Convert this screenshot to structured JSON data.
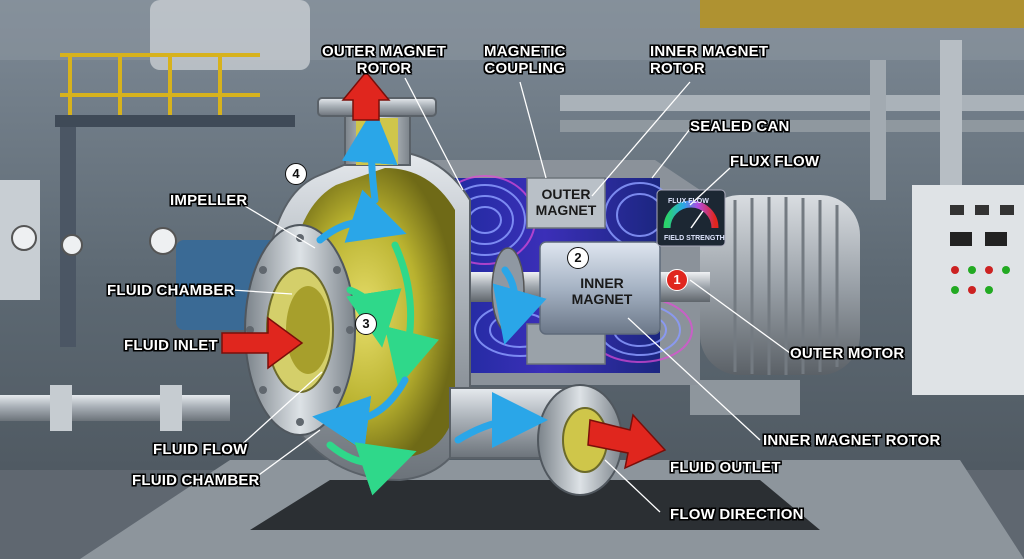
{
  "labels": {
    "outer_magnet_rotor_top": [
      "OUTER MAGNET",
      "ROTOR"
    ],
    "magnetic_coupling": [
      "MAGNETIC",
      "COUPLING"
    ],
    "inner_magnet_rotor_top": [
      "INNER MAGNET",
      "ROTOR"
    ],
    "sealed_can": "SEALED CAN",
    "flux_flow": "FLUX FLOW",
    "impeller": "IMPELLER",
    "fluid_chamber_left": "FLUID CHAMBER",
    "fluid_inlet": "FLUID INLET",
    "fluid_flow": "FLUID FLOW",
    "fluid_chamber_bottom": "FLUID CHAMBER",
    "outer_motor": "OUTER MOTOR",
    "inner_magnet_rotor_bottom": "INNER MAGNET ROTOR",
    "fluid_outlet": "FLUID OUTLET",
    "flow_direction": "FLOW DIRECTION"
  },
  "component_text": {
    "outer_magnet": [
      "OUTER",
      "MAGNET"
    ],
    "inner_magnet": [
      "INNER",
      "MAGNET"
    ],
    "gauge_title": "FLUX FLOW",
    "gauge_subtitle": "FIELD STRENGTH"
  },
  "markers": {
    "m1": "1",
    "m2": "2",
    "m3": "3",
    "m4": "4"
  },
  "colors": {
    "arrow_red": "#e0261e",
    "fluid_yellow": "#c9c23a",
    "flow_blue": "#2aa6e8",
    "flow_green": "#2fd88a",
    "flux_violet": "#8a4bff",
    "steel": "#b8bec4"
  }
}
